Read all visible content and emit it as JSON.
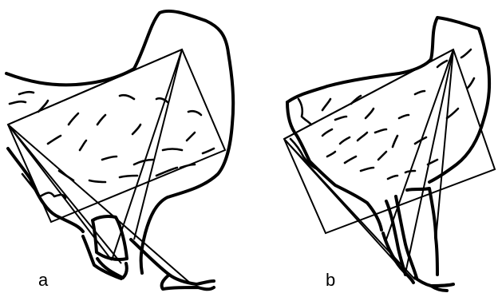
{
  "panels": [
    {
      "id": "a",
      "label": "a"
    },
    {
      "id": "b",
      "label": "b"
    }
  ],
  "colors": {
    "ink": "#000000",
    "background": "#ffffff"
  }
}
